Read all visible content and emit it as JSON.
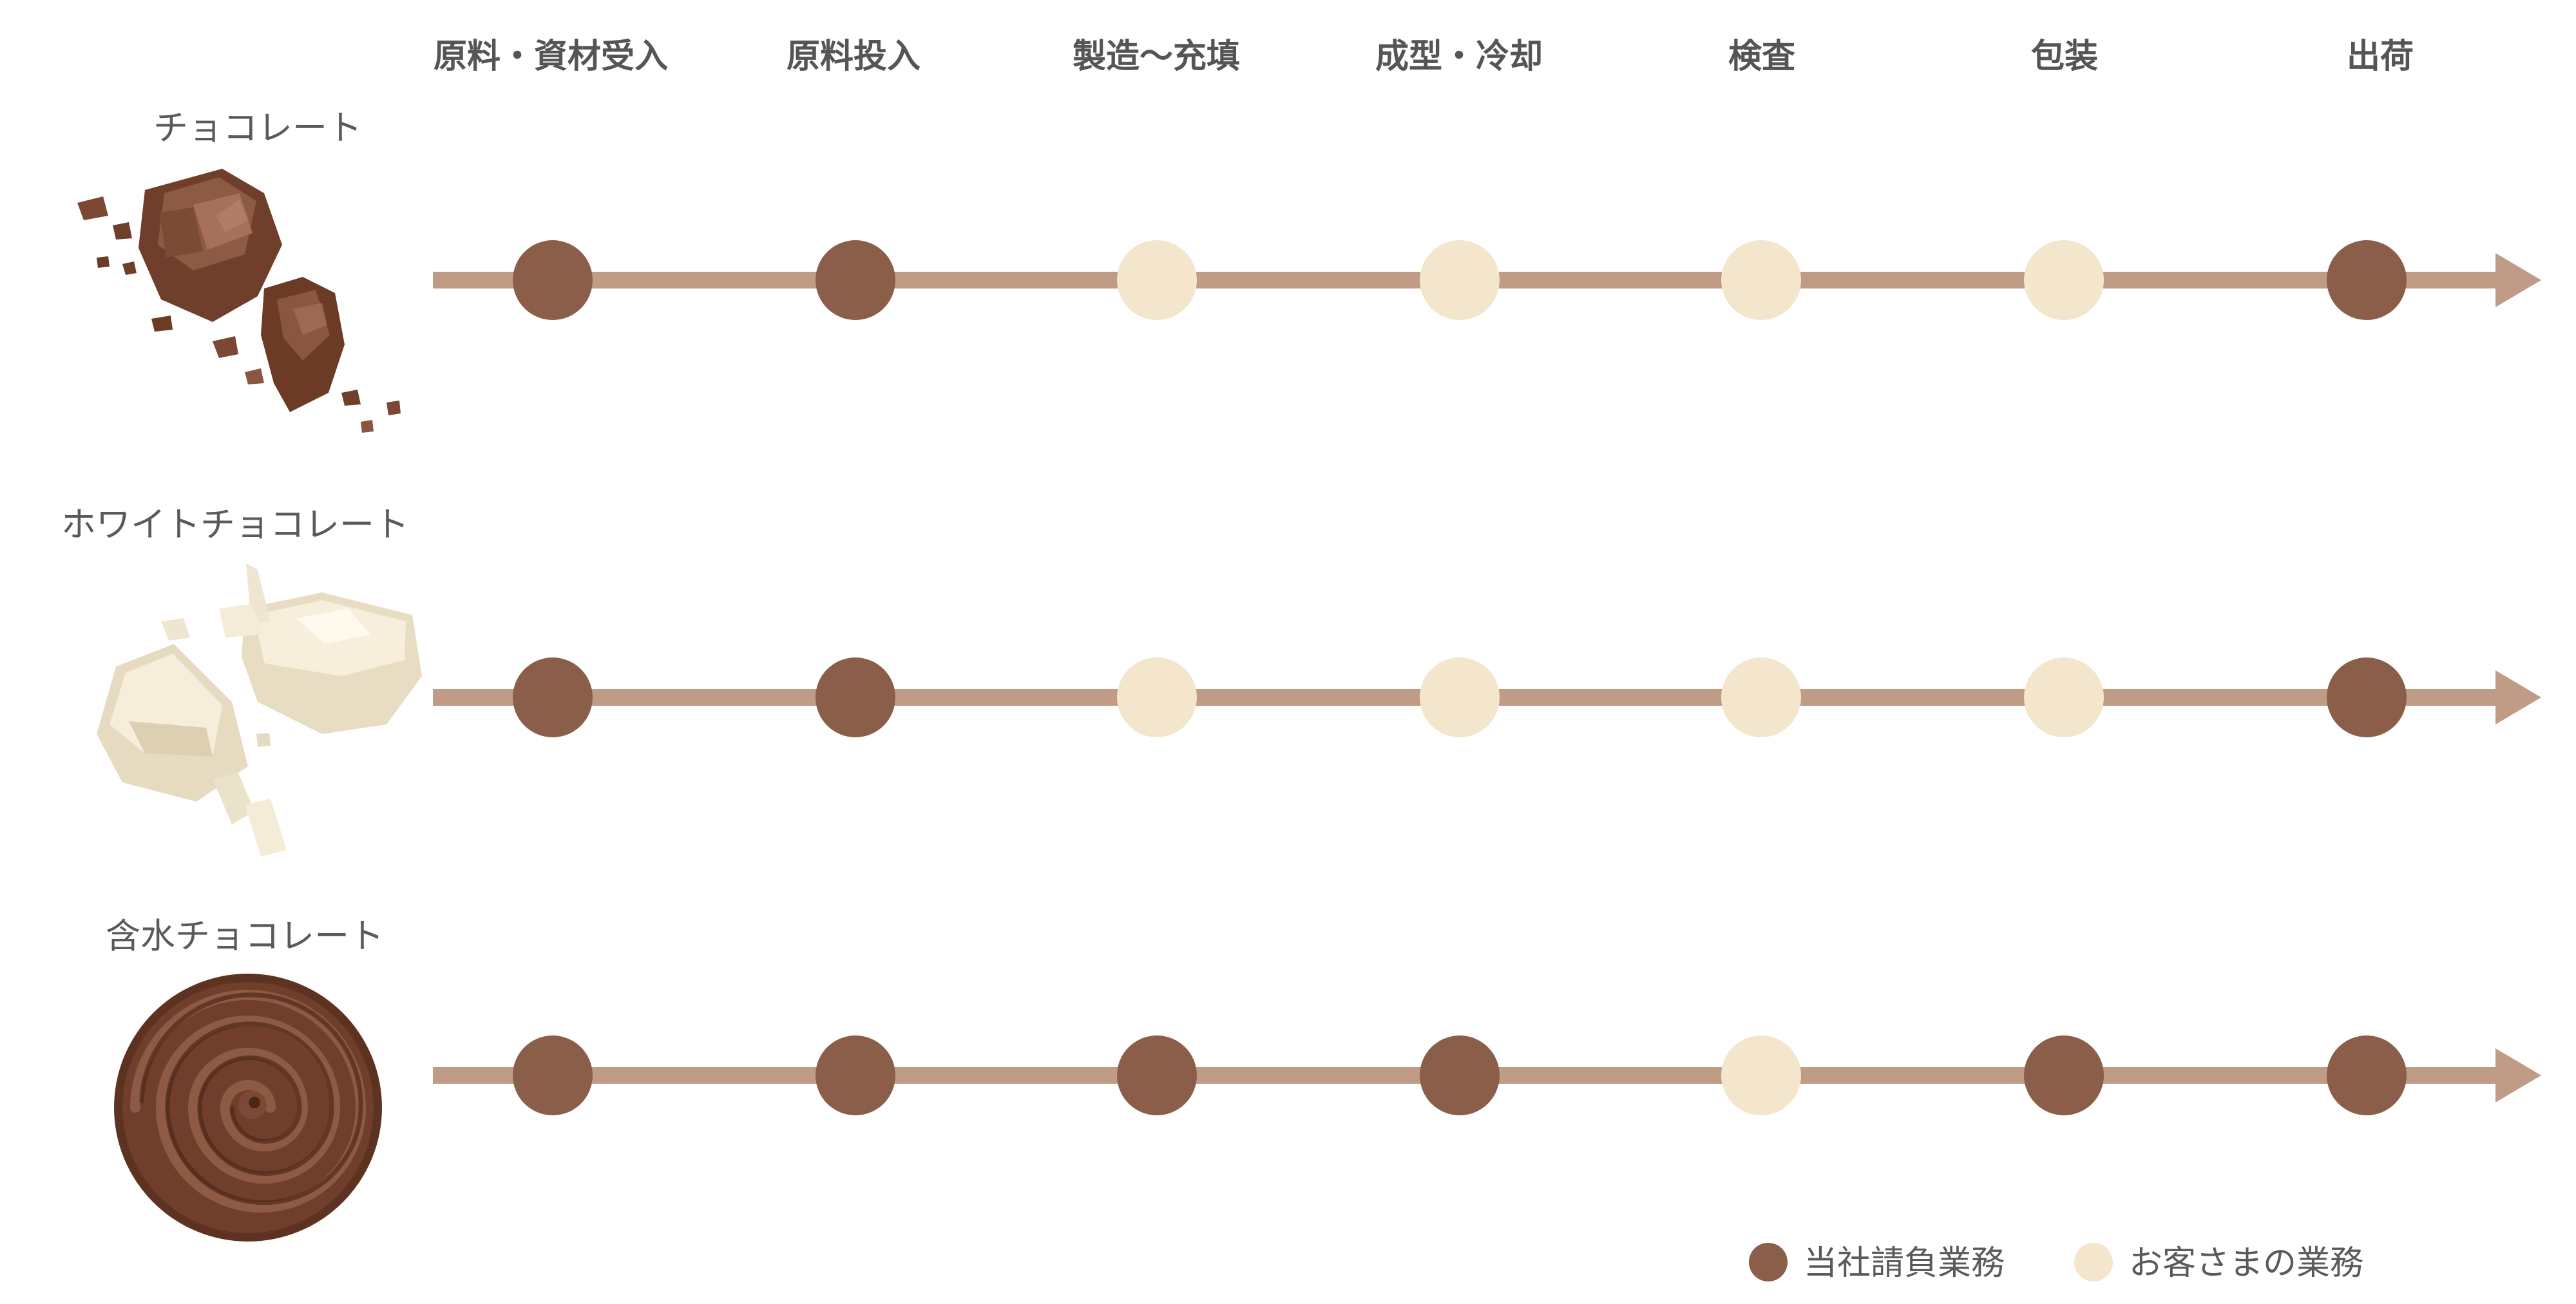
{
  "colors": {
    "company": "#8a5e48",
    "customer": "#f4e6cc",
    "line": "#c09b85",
    "text": "#555555"
  },
  "stages": [
    "原料・資材受入",
    "原料投入",
    "製造〜充填",
    "成型・冷却",
    "検査",
    "包装",
    "出荷"
  ],
  "products": [
    {
      "name": "チョコレート",
      "image": "chocolate-pieces",
      "steps": [
        "company",
        "company",
        "customer",
        "customer",
        "customer",
        "customer",
        "company"
      ]
    },
    {
      "name": "ホワイトチョコレート",
      "image": "white-chocolate-pieces",
      "steps": [
        "company",
        "company",
        "customer",
        "customer",
        "customer",
        "customer",
        "company"
      ]
    },
    {
      "name": "含水チョコレート",
      "image": "chocolate-swirl",
      "steps": [
        "company",
        "company",
        "company",
        "company",
        "customer",
        "company",
        "company"
      ]
    }
  ],
  "legend": {
    "company": "当社請負業務",
    "customer": "お客さまの業務"
  }
}
